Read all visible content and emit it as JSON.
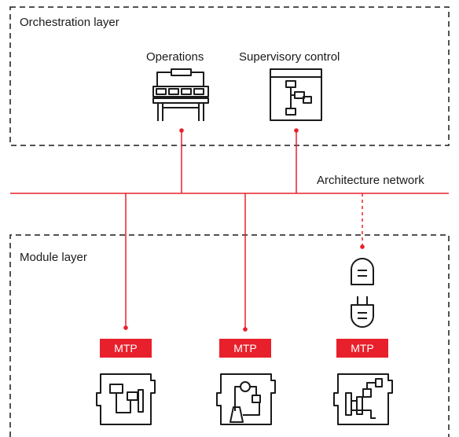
{
  "orchestration": {
    "title": "Orchestration layer",
    "operations_label": "Operations",
    "supervisory_label": "Supervisory control"
  },
  "network": {
    "label": "Architecture network"
  },
  "module_layer": {
    "title": "Module layer",
    "mtp_labels": [
      "MTP",
      "MTP",
      "MTP"
    ]
  },
  "colors": {
    "network": "#e8202c",
    "mtp_bg": "#e8202c",
    "icon": "#1a1a1a",
    "border": "#1a1a1a"
  },
  "icons": [
    "operations-icon",
    "supervisory-control-icon",
    "plug-icon",
    "module-1-icon",
    "module-2-icon",
    "module-3-icon"
  ]
}
